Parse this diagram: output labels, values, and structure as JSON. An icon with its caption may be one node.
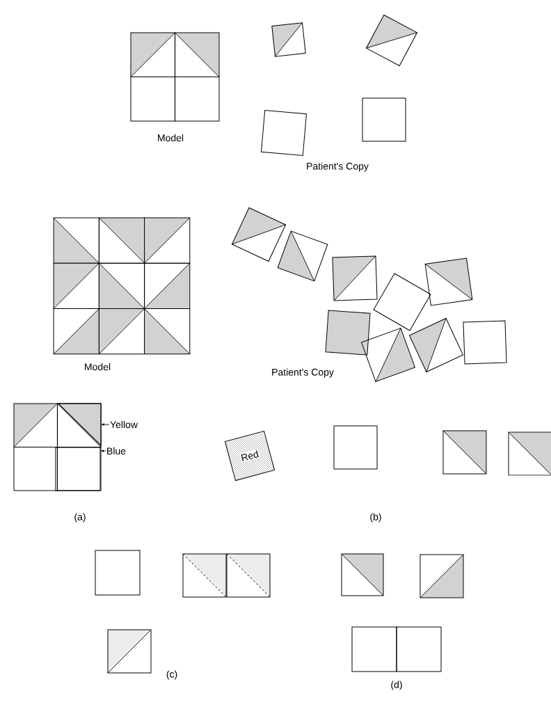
{
  "diagram": {
    "nodes": [
      {
        "text": [
          "Yellow"
        ]
      },
      {
        "text": [],
        "shape": "triangle"
      },
      {
        "text": [
          "Blue"
        ]
      },
      {
        "text": [],
        "shape": "box"
      },
      {
        "text": [
          "Red"
        ]
      }
    ],
    "edges": [
      {
        "from": 0,
        "to": 1,
        "arrow": "to"
      },
      {
        "from": 2,
        "to": 3,
        "arrow": "to"
      }
    ],
    "labels": [
      "Model",
      "Patient's Copy",
      "Model",
      "Patient's Copy",
      "(a)",
      "(b)",
      "(c)",
      "(d)"
    ]
  }
}
